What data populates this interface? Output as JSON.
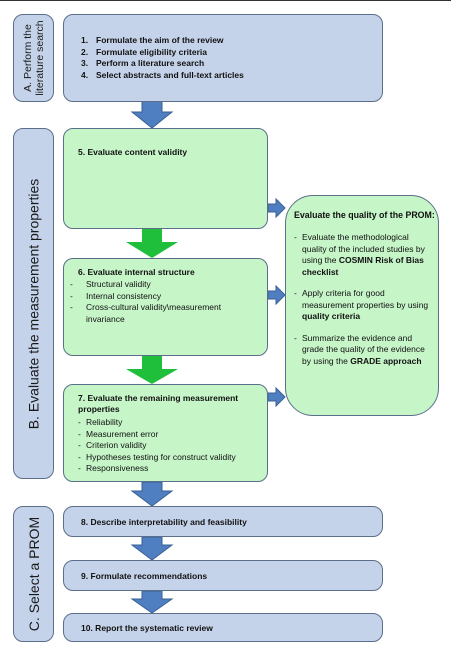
{
  "phases": {
    "a": "A. Perform the literature search",
    "b": "B. Evaluate the measurement properties",
    "c": "C. Select a PROM"
  },
  "search_steps": [
    {
      "num": "1.",
      "text": "Formulate the aim of the review"
    },
    {
      "num": "2.",
      "text": "Formulate eligibility criteria"
    },
    {
      "num": "3.",
      "text": "Perform a literature search"
    },
    {
      "num": "4.",
      "text": "Select abstracts and full-text articles"
    }
  ],
  "step5": {
    "title": "5. Evaluate content validity"
  },
  "step6": {
    "title": "6. Evaluate internal structure",
    "items": [
      "Structural validity",
      "Internal consistency",
      "Cross-cultural validity\\measurement invariance"
    ]
  },
  "step7": {
    "title": "7. Evaluate the remaining measurement properties",
    "items": [
      "Reliability",
      "Measurement error",
      "Criterion validity",
      "Hypotheses testing for construct validity",
      "Responsiveness"
    ]
  },
  "quality": {
    "title": "Evaluate the quality of the PROM:",
    "p1_pre": "Evaluate the methodological quality of the included studies by using the ",
    "p1_bold": "COSMIN Risk of Bias checklist",
    "p2_pre": "Apply criteria for good measurement properties by using ",
    "p2_bold": "quality criteria",
    "p3_pre": "Summarize the evidence and grade the quality of the evidence by using the ",
    "p3_bold": "GRADE approach"
  },
  "step8": "8. Describe interpretability and feasibility",
  "step9": "9. Formulate recommendations",
  "step10": "10. Report the systematic review",
  "bullet": "-",
  "colors": {
    "blue_box": "#c5d3ea",
    "green_box": "#c6f5c8",
    "blue_arrow": "#4f7fc1",
    "green_arrow": "#1fbf3c"
  }
}
